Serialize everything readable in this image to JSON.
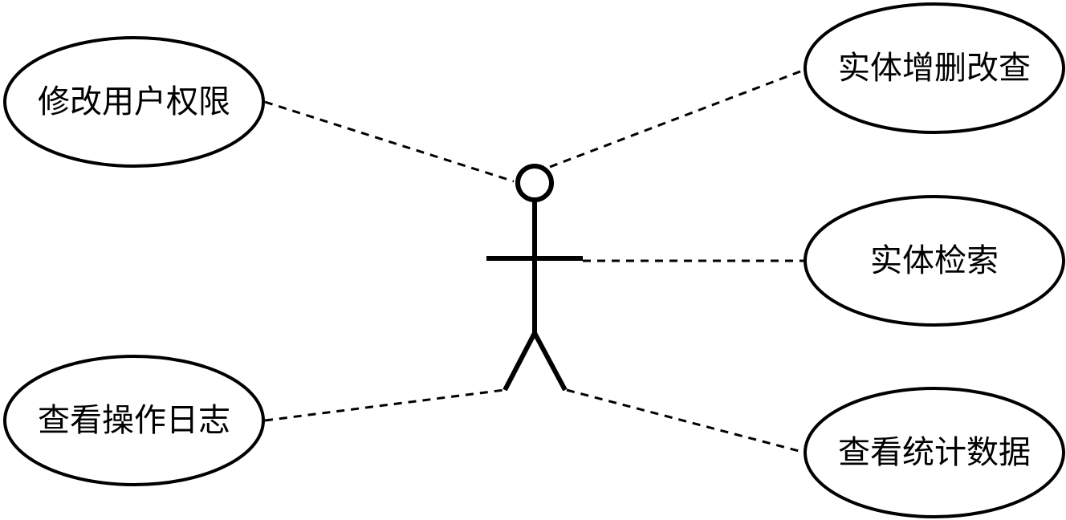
{
  "diagram": {
    "type": "use-case",
    "actor": {
      "label": ""
    },
    "use_cases": [
      {
        "id": "modify-permissions",
        "label": "修改用户权限"
      },
      {
        "id": "view-logs",
        "label": "查看操作日志"
      },
      {
        "id": "entity-crud",
        "label": "实体增删改查"
      },
      {
        "id": "entity-search",
        "label": "实体检索"
      },
      {
        "id": "view-stats",
        "label": "查看统计数据"
      }
    ],
    "associations": [
      {
        "from": "actor",
        "to": "modify-permissions",
        "style": "dashed"
      },
      {
        "from": "actor",
        "to": "view-logs",
        "style": "dashed"
      },
      {
        "from": "actor",
        "to": "entity-crud",
        "style": "dashed"
      },
      {
        "from": "actor",
        "to": "entity-search",
        "style": "dashed"
      },
      {
        "from": "actor",
        "to": "view-stats",
        "style": "dashed"
      }
    ],
    "colors": {
      "stroke": "#000000",
      "fill": "#ffffff",
      "text": "#000000"
    }
  }
}
